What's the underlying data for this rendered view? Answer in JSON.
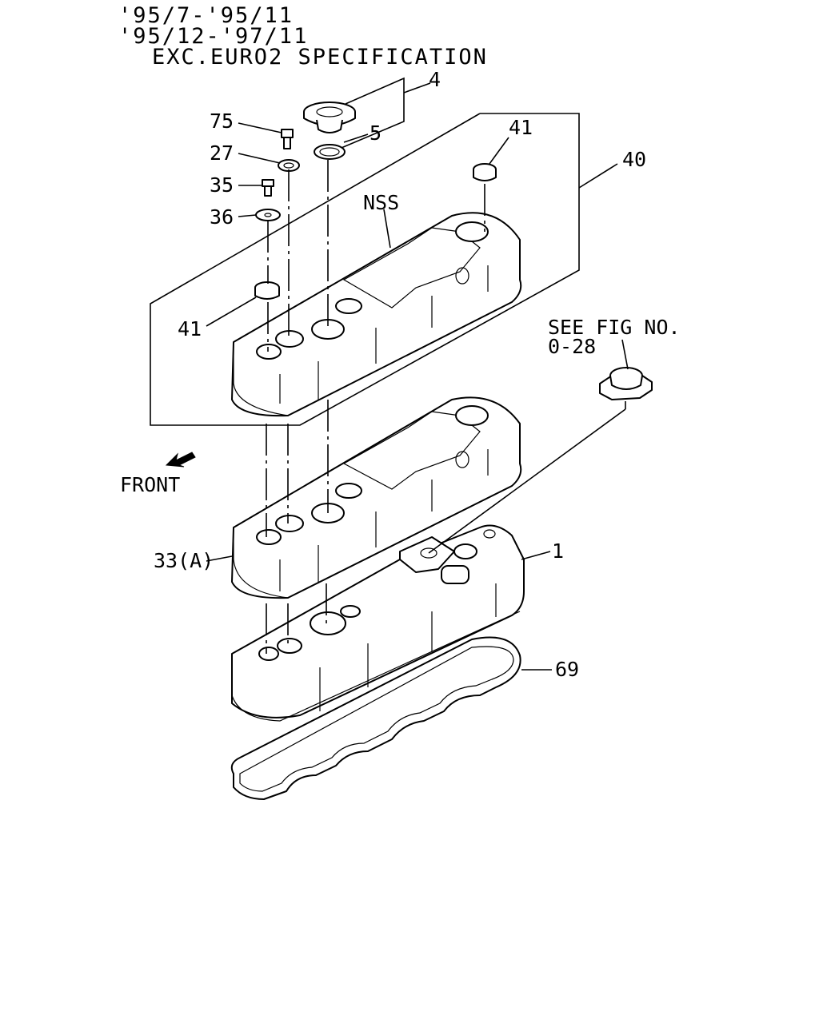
{
  "header": {
    "line1": "'95/7-'95/11",
    "line2": "'95/12-'97/11",
    "line3": "EXC.EURO2 SPECIFICATION"
  },
  "labels": {
    "p4": "4",
    "p5": "5",
    "p75": "75",
    "p27": "27",
    "p35": "35",
    "p36": "36",
    "p41_top": "41",
    "p41_left": "41",
    "p40": "40",
    "nss": "NSS",
    "see_fig_1": "SEE FIG NO.",
    "see_fig_2": "0-28",
    "front": "FRONT",
    "p33a": "33(A)",
    "p1": "1",
    "p69": "69"
  }
}
